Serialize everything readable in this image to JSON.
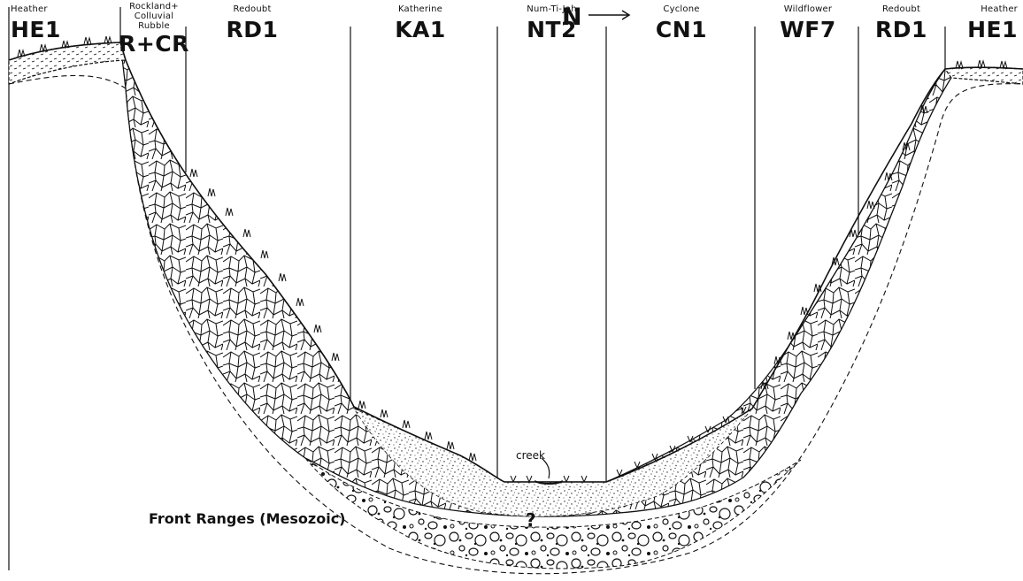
{
  "north": {
    "label": "N"
  },
  "units": [
    {
      "name": "Heather",
      "code": "HE1"
    },
    {
      "name": "Rockland+ Colluvial Rubble",
      "code": "R+CR"
    },
    {
      "name": "Redoubt",
      "code": "RD1"
    },
    {
      "name": "Katherine",
      "code": "KA1"
    },
    {
      "name": "Num-Ti-Jah",
      "code": "NT2"
    },
    {
      "name": "Cyclone",
      "code": "CN1"
    },
    {
      "name": "Wildflower",
      "code": "WF7"
    },
    {
      "name": "Redoubt",
      "code": "RD1"
    },
    {
      "name": "Heather",
      "code": "HE1"
    }
  ],
  "labels": {
    "creek": "creek",
    "bedrock": "Front Ranges (Mesozoic)",
    "unknown": "?"
  }
}
